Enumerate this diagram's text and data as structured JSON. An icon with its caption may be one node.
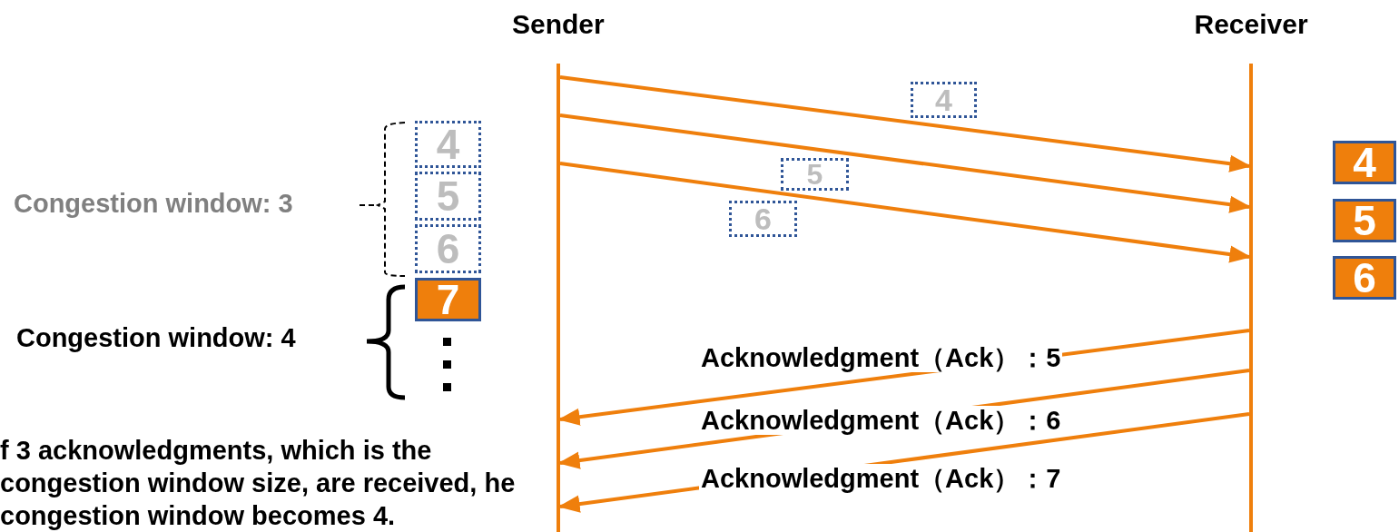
{
  "diagram": {
    "nodes": [
      {
        "text": [
          "Sender"
        ]
      },
      {
        "text": [
          "Receiver"
        ]
      },
      {
        "text": [
          "4"
        ]
      },
      {
        "text": [
          "5"
        ]
      },
      {
        "text": [
          "6"
        ]
      },
      {
        "text": [
          "7"
        ]
      },
      {
        "text": [
          "4"
        ]
      },
      {
        "text": [
          "5"
        ]
      },
      {
        "text": [
          "6"
        ]
      },
      {
        "text": [
          "4"
        ]
      },
      {
        "text": [
          "5"
        ]
      },
      {
        "text": [
          "6"
        ]
      }
    ],
    "edges": [
      {
        "from": 0,
        "to": 1,
        "arrow": "to"
      },
      {
        "from": 0,
        "to": 1,
        "arrow": "to"
      },
      {
        "from": 0,
        "to": 1,
        "arrow": "to"
      },
      {
        "from": 1,
        "to": 0,
        "arrow": "to",
        "label": "Acknowledgment（Ack）：5"
      },
      {
        "from": 1,
        "to": 0,
        "arrow": "to",
        "label": "Acknowledgment（Ack）：6"
      },
      {
        "from": 1,
        "to": 0,
        "arrow": "to",
        "label": "Acknowledgment（Ack）：7"
      }
    ],
    "labels": [
      "Congestion window: 3",
      "Congestion window: 4",
      "f 3 acknowledgments, which is the congestion window size, are received, he congestion window becomes 4."
    ]
  }
}
